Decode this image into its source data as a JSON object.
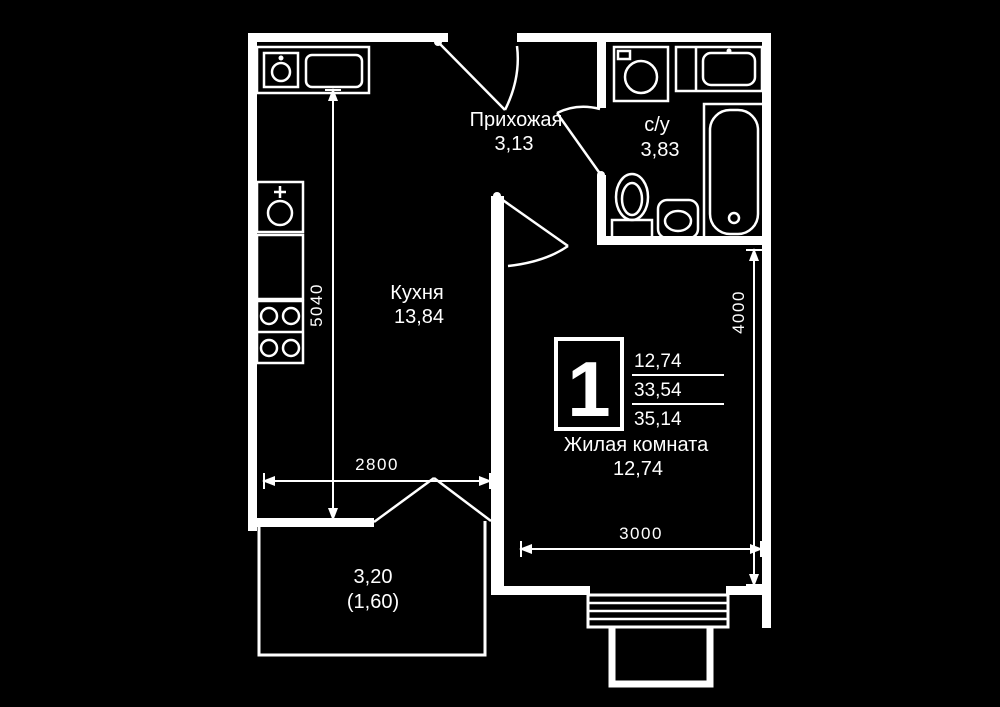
{
  "plan": {
    "colors": {
      "background": "#000000",
      "line": "#ffffff"
    },
    "rooms": {
      "hallway": {
        "name": "Прихожая",
        "area": "3,13"
      },
      "bathroom": {
        "name": "с/у",
        "area": "3,83"
      },
      "kitchen": {
        "name": "Кухня",
        "area": "13,84"
      },
      "living": {
        "name": "Жилая комната",
        "area": "12,74"
      },
      "balcony": {
        "area": "3,20",
        "reduced_area": "(1,60)"
      }
    },
    "info_box": {
      "rooms_count": "1",
      "living_area": "12,74",
      "area_without_balcony": "33,54",
      "total_area": "35,14"
    },
    "dimensions": {
      "kitchen_height_mm": "5040",
      "kitchen_width_mm": "2800",
      "living_height_mm": "4000",
      "living_width_mm": "3000"
    },
    "fixtures": [
      "kitchen-sink",
      "cooktop",
      "counter",
      "washing-machine",
      "bathroom-sink",
      "bathtub",
      "toilet",
      "washbasin"
    ]
  }
}
